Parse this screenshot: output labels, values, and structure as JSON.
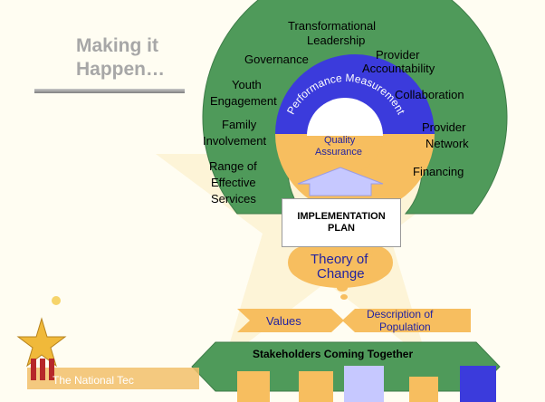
{
  "slide": {
    "title_line1": "Making it",
    "title_line2": "Happen…",
    "footer_org": "The National Tec"
  },
  "arc_labels": {
    "transformational_leadership_1": "Transformational",
    "transformational_leadership_2": "Leadership",
    "governance": "Governance",
    "provider_accountability_1": "Provider",
    "provider_accountability_2": "Accountability",
    "youth_engagement_1": "Youth",
    "youth_engagement_2": "Engagement",
    "collaboration": "Collaboration",
    "family_involvement_1": "Family",
    "family_involvement_2": "Involvement",
    "provider_network_1": "Provider",
    "provider_network_2": "Network",
    "range_services_1": "Range of",
    "range_services_2": "Effective",
    "range_services_3": "Services",
    "financing": "Financing"
  },
  "center": {
    "performance_measurement": "Performance Measurement",
    "quality_assurance_1": "Quality",
    "quality_assurance_2": "Assurance"
  },
  "implementation_plan": {
    "line1": "IMPLEMENTATION",
    "line2": "PLAN"
  },
  "theory_of_change": {
    "line1": "Theory of",
    "line2": "Change"
  },
  "foundation": {
    "values": "Values",
    "description_1": "Description of",
    "description_2": "Population",
    "stakeholders": "Stakeholders Coming Together"
  },
  "colors": {
    "arc_green": "#4f9a5a",
    "blue_ring": "#3b3bdc",
    "orange": "#f7be5f",
    "light_blue_arrow": "#c6c8ff",
    "label_blue": "#2323a0",
    "background": "#fffdf2"
  },
  "icons": {
    "logo": "star-figures-logo"
  }
}
